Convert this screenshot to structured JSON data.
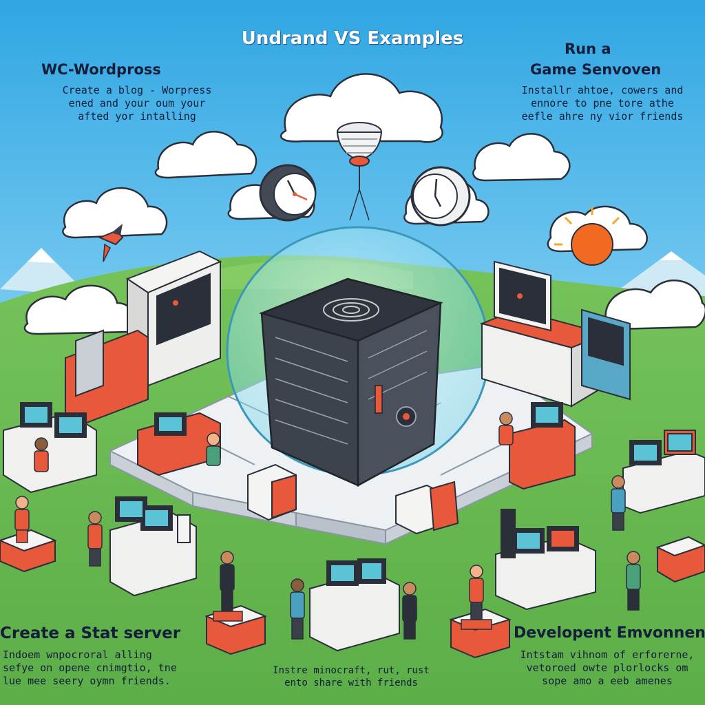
{
  "header": {
    "title": "Undrand VS Examples"
  },
  "sections": {
    "top_left": {
      "heading": "WC-Wordpross",
      "lines": [
        "Create a blog - Worpress",
        "ened and your oum your",
        "afted yor intalling"
      ]
    },
    "top_right": {
      "heading_line1": "Run a",
      "heading_line2": "Game Senvoven",
      "lines": [
        "Installr ahtoe, cowers and",
        "ennore to pne tore athe",
        "eefle ahre ny vior friends"
      ]
    },
    "bottom_left": {
      "heading": "Create a Stat server",
      "lines": [
        "Indoem wnpocroral alling",
        "sefye on opene cnimgtio, tne",
        "lue mee seery oymn friends."
      ]
    },
    "bottom_center": {
      "lines": [
        "Instre minocraft, rut, rust",
        "ento share with friends"
      ]
    },
    "bottom_right": {
      "heading": "Developent Emvonnent",
      "lines": [
        "Intstam vihnom of erforerne,",
        "vetoroed owte plorlocks om",
        "sope amo a eeb amenes"
      ]
    }
  },
  "colors": {
    "sky_top": "#33a9e3",
    "sky_bottom": "#bfeafb",
    "grass": "#6bbd55",
    "grass_dark": "#4f9e42",
    "accent_orange": "#e8583a",
    "server_dark": "#3a3f4a",
    "text": "#141d3a"
  },
  "icons": [
    "cloud-icon",
    "clock-icon",
    "sun-icon",
    "bird-icon",
    "server-cube-icon",
    "computer-desk-icon",
    "person-icon",
    "mountain-icon"
  ]
}
